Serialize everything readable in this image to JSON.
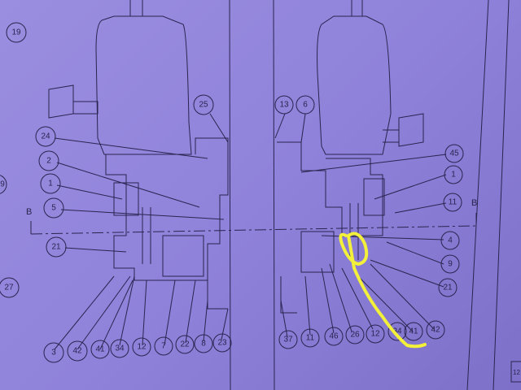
{
  "drawing": {
    "section_marker": "B",
    "left_view": {
      "balloons": [
        "19",
        "25",
        "24",
        "2",
        "1",
        "5",
        "21",
        "27",
        "9",
        "3",
        "42",
        "41",
        "34",
        "12",
        "7",
        "22",
        "8",
        "23"
      ]
    },
    "right_view": {
      "balloons": [
        "13",
        "6",
        "45",
        "1",
        "11",
        "4",
        "9",
        "21",
        "37",
        "11",
        "46",
        "26",
        "12",
        "34",
        "41",
        "42"
      ]
    },
    "corner_fragment": "12"
  },
  "colors": {
    "background": "#8f82da",
    "ink": "#2a2450",
    "highlight": "#f2f03a"
  }
}
